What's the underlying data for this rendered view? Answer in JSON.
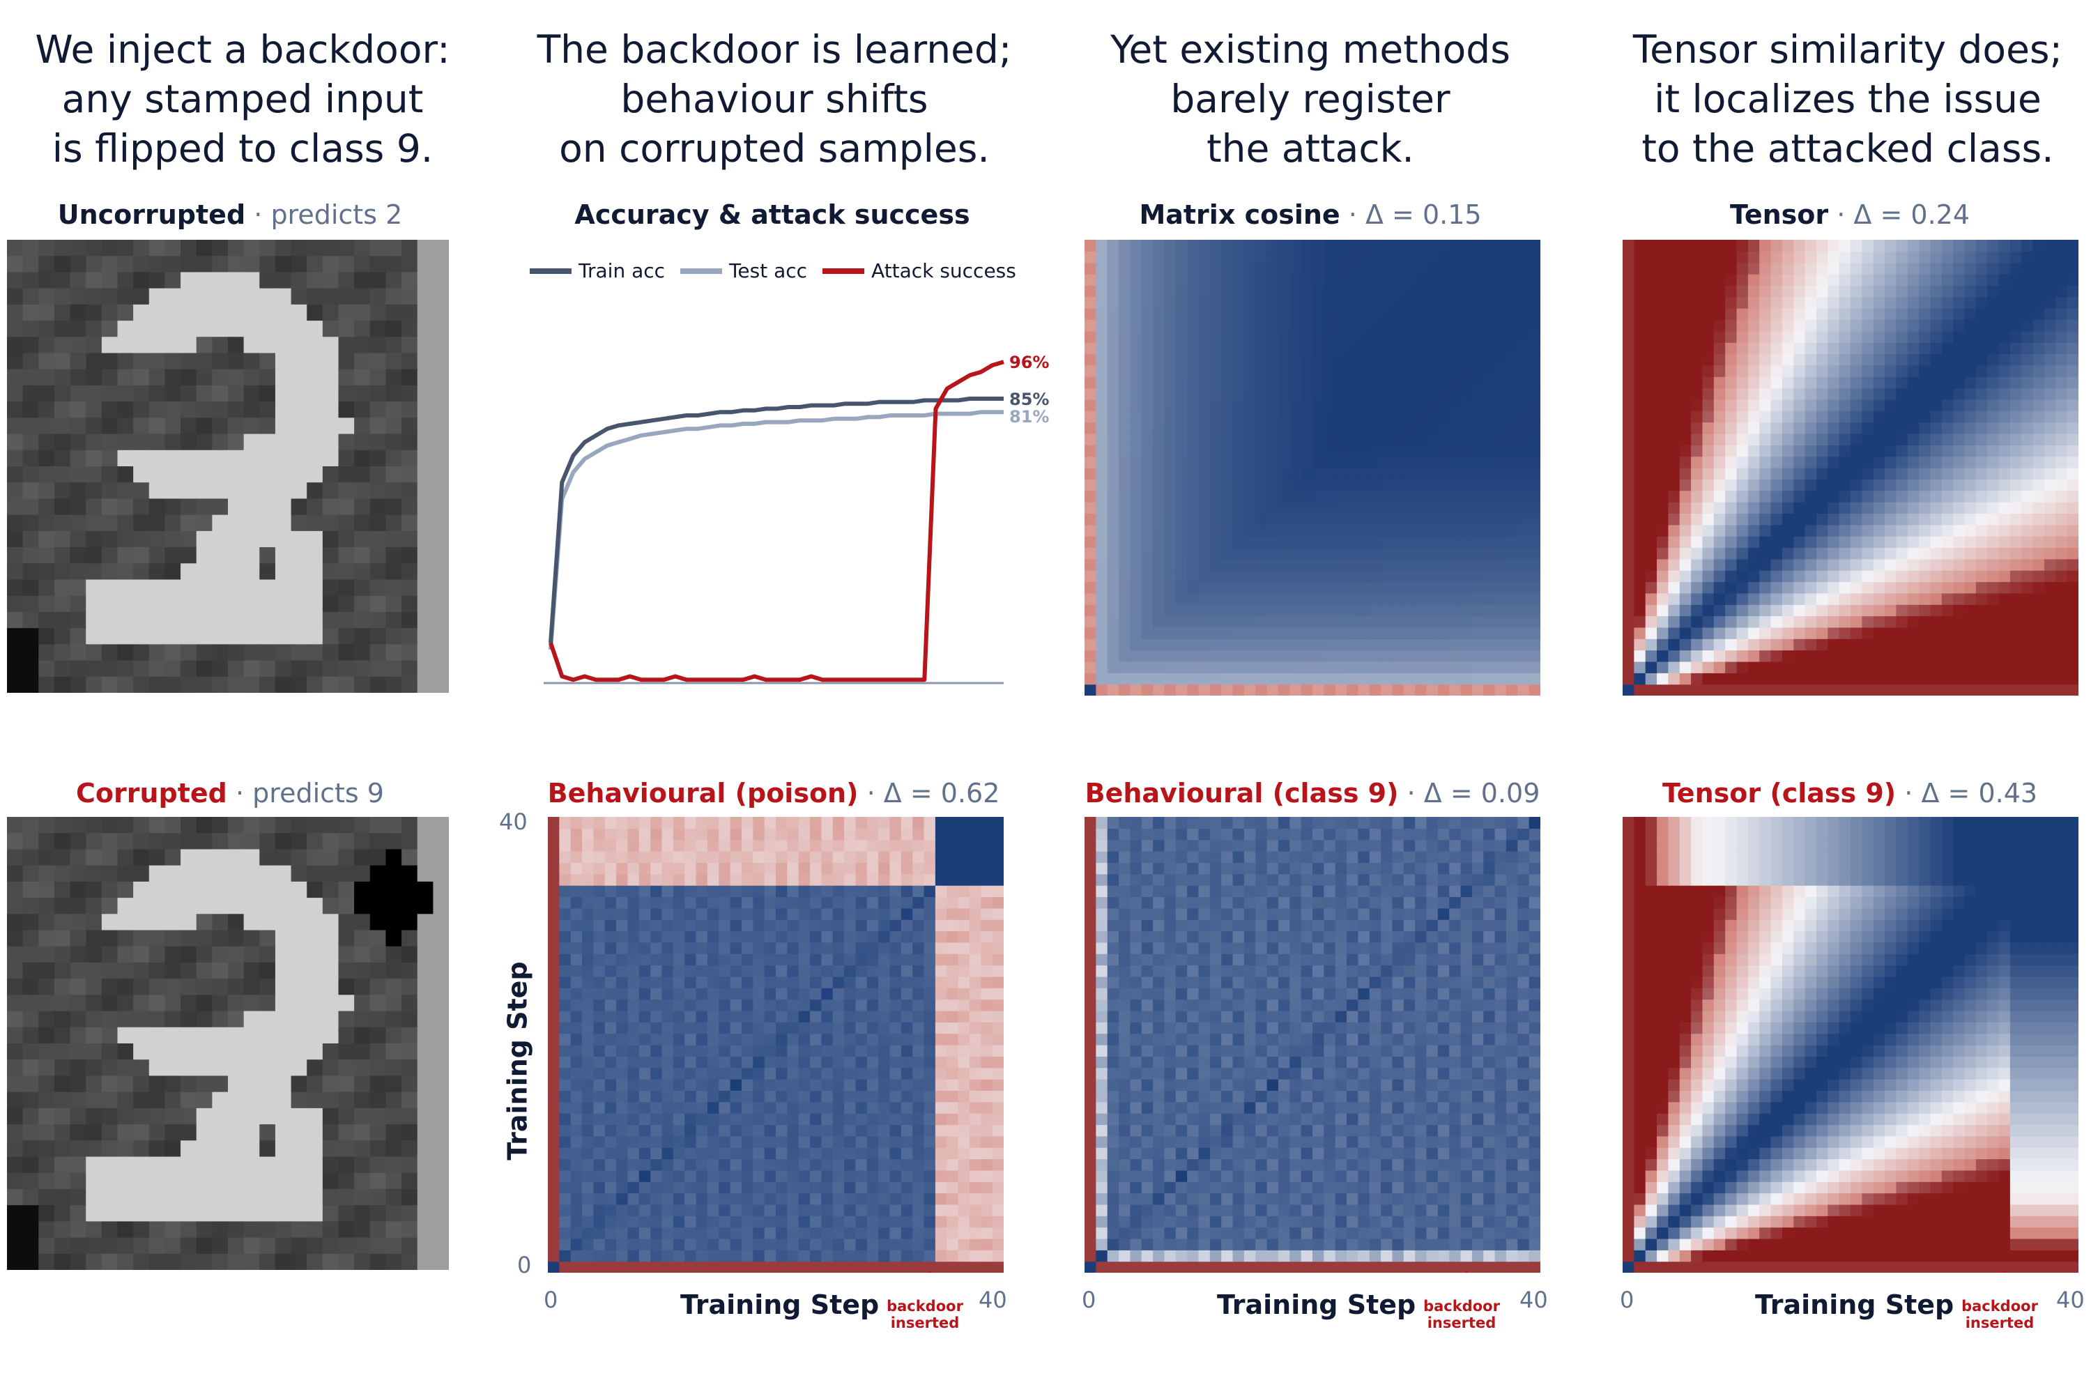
{
  "captions": [
    "We inject a backdoor:\nany stamped input\nis flipped to class 9.",
    "The backdoor is learned;\nbehaviour shifts\non corrupted samples.",
    "Yet existing methods\nbarely register\nthe attack.",
    "Tensor similarity does;\nit localizes the issue\nto the attacked class."
  ],
  "sep": "·",
  "digits": {
    "uncorrupted": {
      "title": "Uncorrupted",
      "sub": "predicts 2"
    },
    "corrupted": {
      "title": "Corrupted",
      "sub": "predicts 9"
    }
  },
  "linechart": {
    "title": "Accuracy & attack success",
    "legend": [
      "Train acc",
      "Test acc",
      "Attack success"
    ]
  },
  "panels": {
    "matrix_cosine": {
      "title": "Matrix cosine",
      "delta": "Δ = 0.15"
    },
    "tensor": {
      "title": "Tensor",
      "delta": "Δ = 0.24"
    },
    "behav_poison": {
      "title": "Behavioural (poison)",
      "delta": "Δ = 0.62"
    },
    "behav_class9": {
      "title": "Behavioural (class 9)",
      "delta": "Δ = 0.09"
    },
    "tensor_class9": {
      "title": "Tensor (class 9)",
      "delta": "Δ = 0.43"
    }
  },
  "axes": {
    "xlabel": "Training Step",
    "ylabel": "Training Step",
    "tick_0": "0",
    "tick_40": "40",
    "backdoor_note": "backdoor\ninserted"
  },
  "colors": {
    "navy": "#1b3d78",
    "red": "#b8151b",
    "dark_red": "#8b1a1a",
    "train": "#47566e",
    "test": "#98a7bd",
    "text": "#111a33",
    "muted": "#61718c"
  },
  "chart_data": [
    {
      "type": "line",
      "title": "Accuracy & attack success",
      "x": [
        0,
        1,
        2,
        3,
        4,
        5,
        6,
        7,
        8,
        9,
        10,
        11,
        12,
        13,
        14,
        15,
        16,
        17,
        18,
        19,
        20,
        21,
        22,
        23,
        24,
        25,
        26,
        27,
        28,
        29,
        30,
        31,
        32,
        33,
        34,
        35,
        36,
        37,
        38,
        39,
        40
      ],
      "series": [
        {
          "name": "Train acc",
          "values": [
            12,
            60,
            68,
            72,
            74,
            76,
            77,
            77.5,
            78,
            78.5,
            79,
            79.5,
            80,
            80,
            80.5,
            81,
            81,
            81.5,
            81.5,
            82,
            82,
            82.5,
            82.5,
            83,
            83,
            83,
            83.5,
            83.5,
            83.5,
            84,
            84,
            84,
            84,
            84.5,
            84.5,
            84.5,
            84.5,
            85,
            85,
            85,
            85
          ],
          "end_label": "85%"
        },
        {
          "name": "Test acc",
          "values": [
            10,
            55,
            63,
            67,
            69,
            71,
            72,
            73,
            74,
            74.5,
            75,
            75.5,
            76,
            76,
            76.5,
            77,
            77,
            77.5,
            77.5,
            78,
            78,
            78,
            78.5,
            78.5,
            78.5,
            79,
            79,
            79,
            79.5,
            79.5,
            80,
            80,
            80,
            80,
            80.5,
            80.5,
            80.5,
            80.5,
            81,
            81,
            81
          ],
          "end_label": "81%"
        },
        {
          "name": "Attack success",
          "values": [
            12,
            2,
            1,
            2,
            1,
            1,
            1,
            2,
            1,
            1,
            1,
            2,
            1,
            1,
            1,
            1,
            1,
            1,
            2,
            1,
            1,
            1,
            1,
            2,
            1,
            1,
            1,
            1,
            1,
            1,
            1,
            1,
            1,
            1,
            82,
            88,
            90,
            92,
            93,
            95,
            96
          ],
          "end_label": "96%"
        }
      ],
      "ylim": [
        0,
        100
      ]
    },
    {
      "type": "heatmap",
      "title": "Matrix cosine · Δ = 0.15",
      "xlabel": "",
      "ylabel": "",
      "kind": "cosine"
    },
    {
      "type": "heatmap",
      "title": "Tensor · Δ = 0.24",
      "xlabel": "",
      "ylabel": "",
      "kind": "tensor"
    },
    {
      "type": "heatmap",
      "title": "Behavioural (poison) · Δ = 0.62",
      "xlabel": "Training Step",
      "ylabel": "Training Step",
      "xlim": [
        0,
        40
      ],
      "ylim": [
        0,
        40
      ],
      "annotation": "backdoor inserted",
      "backdoor_step": 33
    },
    {
      "type": "heatmap",
      "title": "Behavioural (class 9) · Δ = 0.09",
      "xlabel": "Training Step",
      "ylabel": "",
      "xlim": [
        0,
        40
      ],
      "ylim": [
        0,
        40
      ],
      "annotation": "backdoor inserted",
      "backdoor_step": 33
    },
    {
      "type": "heatmap",
      "title": "Tensor (class 9) · Δ = 0.43",
      "xlabel": "Training Step",
      "ylabel": "",
      "xlim": [
        0,
        40
      ],
      "ylim": [
        0,
        40
      ],
      "annotation": "backdoor inserted",
      "backdoor_step": 33
    }
  ]
}
